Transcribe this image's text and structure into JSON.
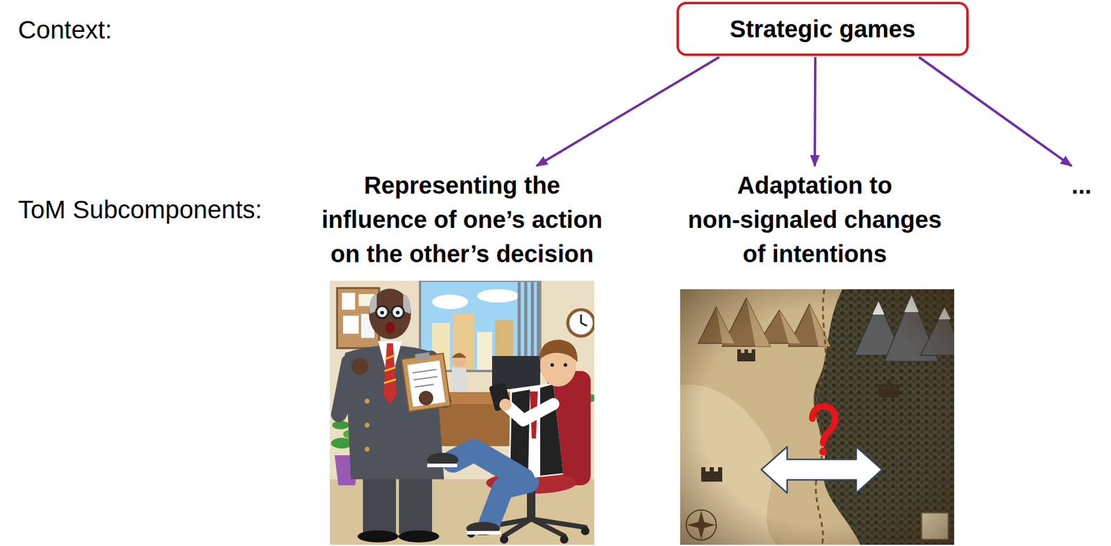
{
  "diagram": {
    "nodes": [
      {
        "text": [
          "Strategic games"
        ]
      },
      {
        "text": [
          "Representing the influence of one’s action on the other’s decision"
        ]
      },
      {
        "text": [
          "Adaptation to non-signaled changes of intentions"
        ]
      },
      {
        "text": [
          "..."
        ]
      }
    ],
    "edges": [
      {
        "from": 0,
        "to": 1,
        "arrow": "to"
      },
      {
        "from": 0,
        "to": 2,
        "arrow": "to"
      },
      {
        "from": 0,
        "to": 3,
        "arrow": "to"
      }
    ],
    "labels": [
      "Context:",
      "ToM Subcomponents:"
    ]
  }
}
